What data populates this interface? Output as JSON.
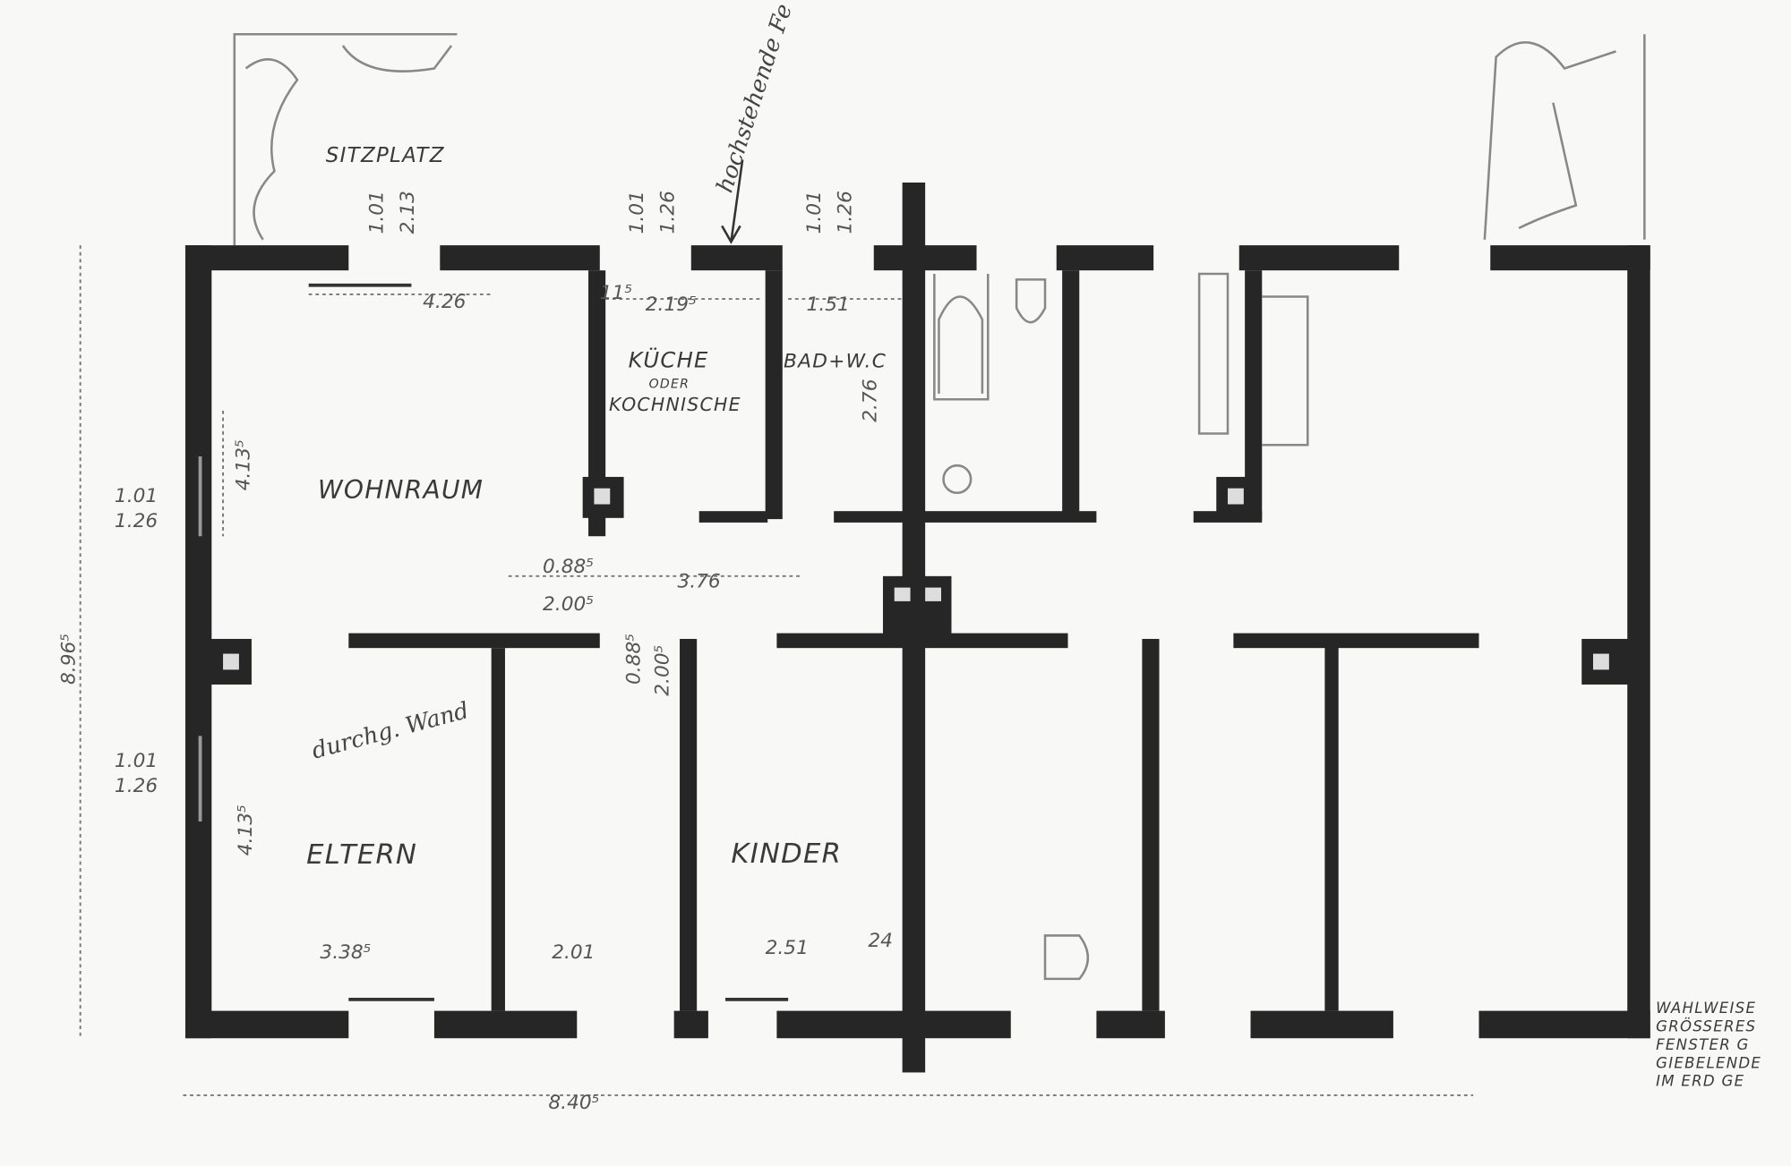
{
  "rooms": {
    "terrace": "SITZPLATZ",
    "living": "WOHNRAUM",
    "kitchen_1": "KÜCHE",
    "kitchen_2": "ODER",
    "kitchen_3": "KOCHNISCHE",
    "bath": "BAD+W.C",
    "parents": "ELTERN",
    "children": "KINDER"
  },
  "dimensions": {
    "living_width": "4.26",
    "kitchen_width": "2.19⁵",
    "bath_width": "1.51",
    "bath_depth": "2.76",
    "living_depth": "4.13⁵",
    "parents_depth": "4.13⁵",
    "window_left_top": [
      "1.01",
      "1.26"
    ],
    "window_left_bottom": [
      "1.01",
      "1.26"
    ],
    "window_top_living": [
      "1.01",
      "2.13"
    ],
    "window_top_kitchen": [
      "1.01",
      "1.26"
    ],
    "window_top_bath": [
      "1.01",
      "1.26"
    ],
    "door_living": [
      "0.88⁵",
      "2.00⁵"
    ],
    "hall_width": "3.76",
    "parents_width": "3.38⁵",
    "hall_depth": "2.01",
    "children_width": "2.51",
    "wall_thickness": "24",
    "total_width": "8.40⁵",
    "total_depth": "8.96⁵",
    "wall_small": "11⁵",
    "door_children": [
      "0.88⁵",
      "2.00⁵"
    ]
  },
  "annotations": {
    "arrow_note": "hochstehende Fe",
    "wall_note": "durchg. Wand",
    "side_note": [
      "WAHLWEISE",
      "GRÖSSERES",
      "FENSTER G",
      "GIEBELENDE",
      "IM ERD GE"
    ]
  }
}
